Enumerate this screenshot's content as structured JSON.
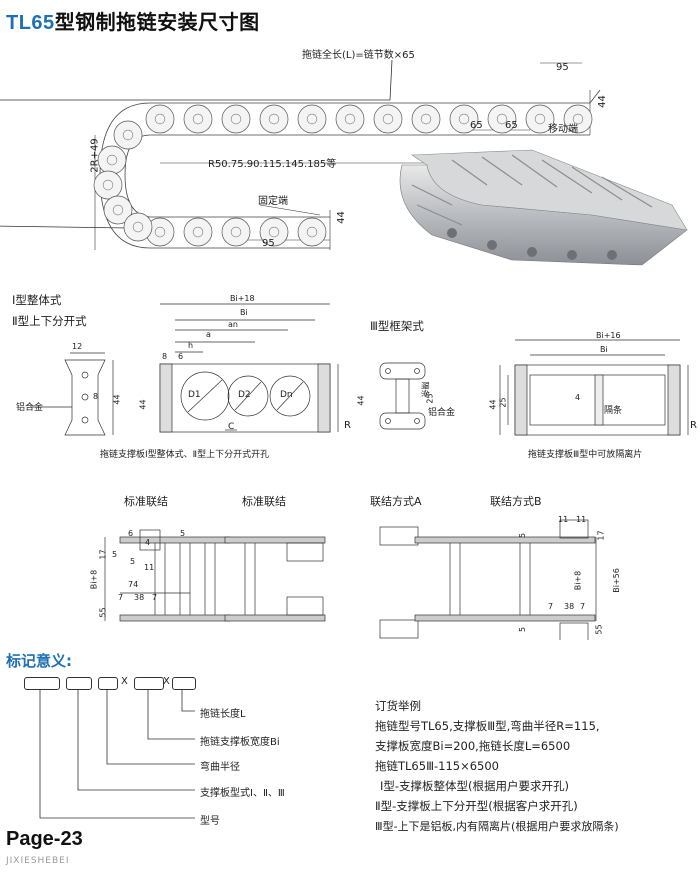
{
  "header": {
    "model": "TL65",
    "title_rest": "型钢制拖链安装尺寸图"
  },
  "top_diagram": {
    "length_note": "拖链全长(L)=链节数×65",
    "dim_95_top": "95",
    "dim_44_right": "44",
    "dim_65_a": "65",
    "dim_65_b": "65",
    "moving_end": "移动端",
    "height_2r": "2R+49",
    "radius_note": "R50.75.90.115.145.185等",
    "fixed_end": "固定端",
    "dim_44_bottom": "44",
    "dim_95_bottom": "95"
  },
  "section_types": {
    "type1": "Ⅰ型整体式",
    "type2": "Ⅱ型上下分开式",
    "type3": "Ⅲ型框架式"
  },
  "left_profile": {
    "w12": "12",
    "h8": "8",
    "h44": "44",
    "alu": "铝合金"
  },
  "mid_plate": {
    "bi18": "Bi+18",
    "bi": "Bi",
    "an": "an",
    "a": "a",
    "h": "h",
    "d8": "8",
    "d6": "6",
    "d1": "D1",
    "d2": "D2",
    "dn": "Dn",
    "c": "C",
    "h44": "44",
    "r": "R",
    "caption": "拖链支撑板Ⅰ型整体式、Ⅱ型上下分开式开孔"
  },
  "frame_profile": {
    "h44": "44",
    "sep": "隔条",
    "h25": "25",
    "alu": "铝合金"
  },
  "right_plate": {
    "bi16": "Bi+16",
    "bi": "Bi",
    "h44": "44",
    "h25": "25",
    "d4": "4",
    "sep": "隔条",
    "r": "R",
    "caption": "拖链支撑板Ⅲ型中可放隔离片"
  },
  "connections": {
    "std1": "标准联结",
    "std2": "标准联结",
    "conA": "联结方式A",
    "conB": "联结方式B",
    "n6": "6",
    "n5a": "5",
    "n4": "4",
    "n5b": "5",
    "n17": "17",
    "n5c": "5",
    "n11": "11",
    "bi8": "Bi+8",
    "n74": "74",
    "n55": "55",
    "n7a": "7",
    "n38": "38",
    "n7b": "7",
    "r11a": "11",
    "r11b": "11",
    "r5a": "5",
    "r17": "17",
    "rbi8": "Bi+8",
    "rbi56": "Bi+56",
    "r7a": "7",
    "r38": "38",
    "r7b": "7",
    "r5b": "5",
    "r55": "55"
  },
  "legend": {
    "title": "标记意义:",
    "x1": "X",
    "x2": "X",
    "items": [
      "拖链长度L",
      "拖链支撑板宽度Bi",
      "弯曲半径",
      "支撑板型式Ⅰ、Ⅱ、Ⅲ",
      "型号"
    ]
  },
  "order_example": {
    "lines": [
      "订货举例",
      "拖链型号TL65,支撑板Ⅲ型,弯曲半径R=115,",
      "支撑板宽度Bi=200,拖链长度L=6500",
      "拖链TL65Ⅲ-115×6500",
      "Ⅰ型-支撑板整体型(根据用户要求开孔)",
      "Ⅱ型-支撑板上下分开型(根据客户求开孔)",
      "Ⅲ型-上下是铝板,内有隔离片(根据用户要求放隔条)"
    ]
  },
  "footer": {
    "page": "Page-23",
    "watermark": "JIXIESHEBEI"
  }
}
